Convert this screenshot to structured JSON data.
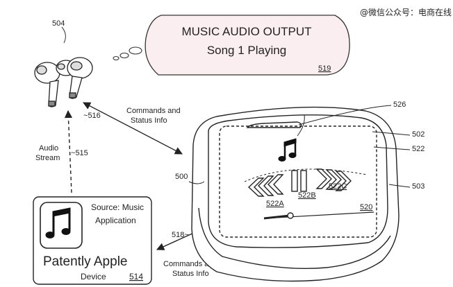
{
  "watermark": "@微信公众号：电商在线",
  "bubble": {
    "title": "MUSIC AUDIO OUTPUT",
    "subtitle": "Song 1 Playing",
    "ref": "519"
  },
  "earbuds": {
    "ref": "504"
  },
  "links": {
    "commands_top": [
      "Commands and",
      "Status Info"
    ],
    "commands_top_ref": "516",
    "audio_stream": [
      "Audio",
      "Stream"
    ],
    "audio_stream_ref": "515",
    "commands_bottom": [
      "Commands and",
      "Status Info"
    ],
    "commands_bottom_ref": "518"
  },
  "device": {
    "source_lines": [
      "Source: Music",
      "Application"
    ],
    "brand": "Patently Apple",
    "label": "Device",
    "ref": "514",
    "icon": "music-note-icon"
  },
  "case": {
    "ref": "500",
    "screen_ref": "502",
    "top_ref": "526",
    "control_ref": "522",
    "side_ref": "503",
    "display_ref": "520",
    "controls": [
      "522A",
      "522B",
      "522C"
    ],
    "icons": [
      "rewind-icon",
      "pause-icon",
      "fast-forward-icon",
      "music-note-icon"
    ]
  }
}
